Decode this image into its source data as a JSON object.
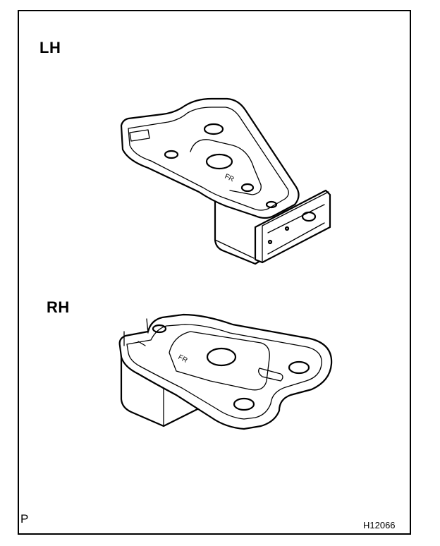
{
  "labels": {
    "lh": "LH",
    "rh": "RH",
    "corner": "P",
    "figure_code": "H12066"
  },
  "part_markings": {
    "lh_fr": "FR",
    "rh_fr": "FR"
  }
}
